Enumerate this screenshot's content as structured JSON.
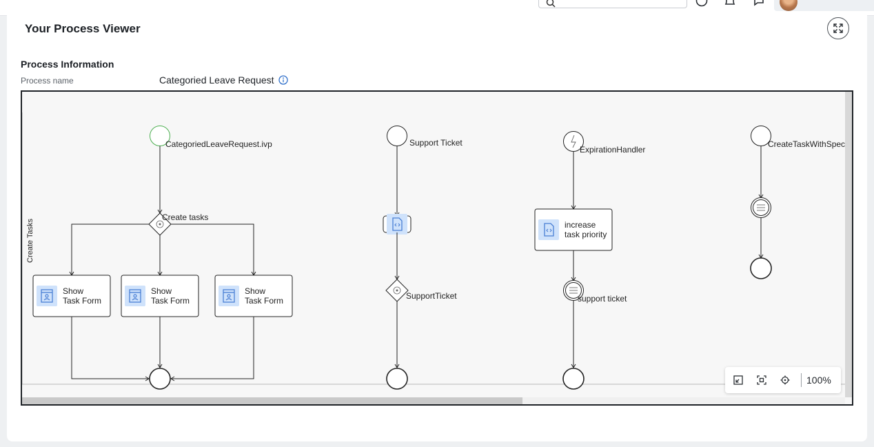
{
  "header": {
    "search_placeholder": "",
    "icons": [
      "help-icon",
      "notifications-icon",
      "chat-icon"
    ],
    "user_avatar": "avatar"
  },
  "page": {
    "title": "Your Process Viewer"
  },
  "process_info": {
    "section_title": "Process Information",
    "name_label": "Process name",
    "name_value": "Categoried Leave Request"
  },
  "diagram": {
    "lane_label": "Create Tasks",
    "processes": [
      {
        "start_label": "CategoriedLeaveRequest.ivp",
        "gateway_label": "Create tasks",
        "tasks": [
          "Show Task Form",
          "Show Task Form",
          "Show Task Form"
        ]
      },
      {
        "start_label": "Support Ticket",
        "gateway_label": "SupportTicket"
      },
      {
        "start_label": "ExpirationHandler",
        "task_label": "increase task priority",
        "intermediate_label": "support ticket"
      },
      {
        "start_label": "CreateTaskWithSpecia"
      }
    ]
  },
  "toolbar": {
    "zoom_level": "100%"
  },
  "colors": {
    "start_event_green": "#4caf50",
    "task_icon_bg": "#cfe2fb",
    "task_icon_stroke": "#4a7fd4",
    "info_icon": "#2f6fca"
  }
}
